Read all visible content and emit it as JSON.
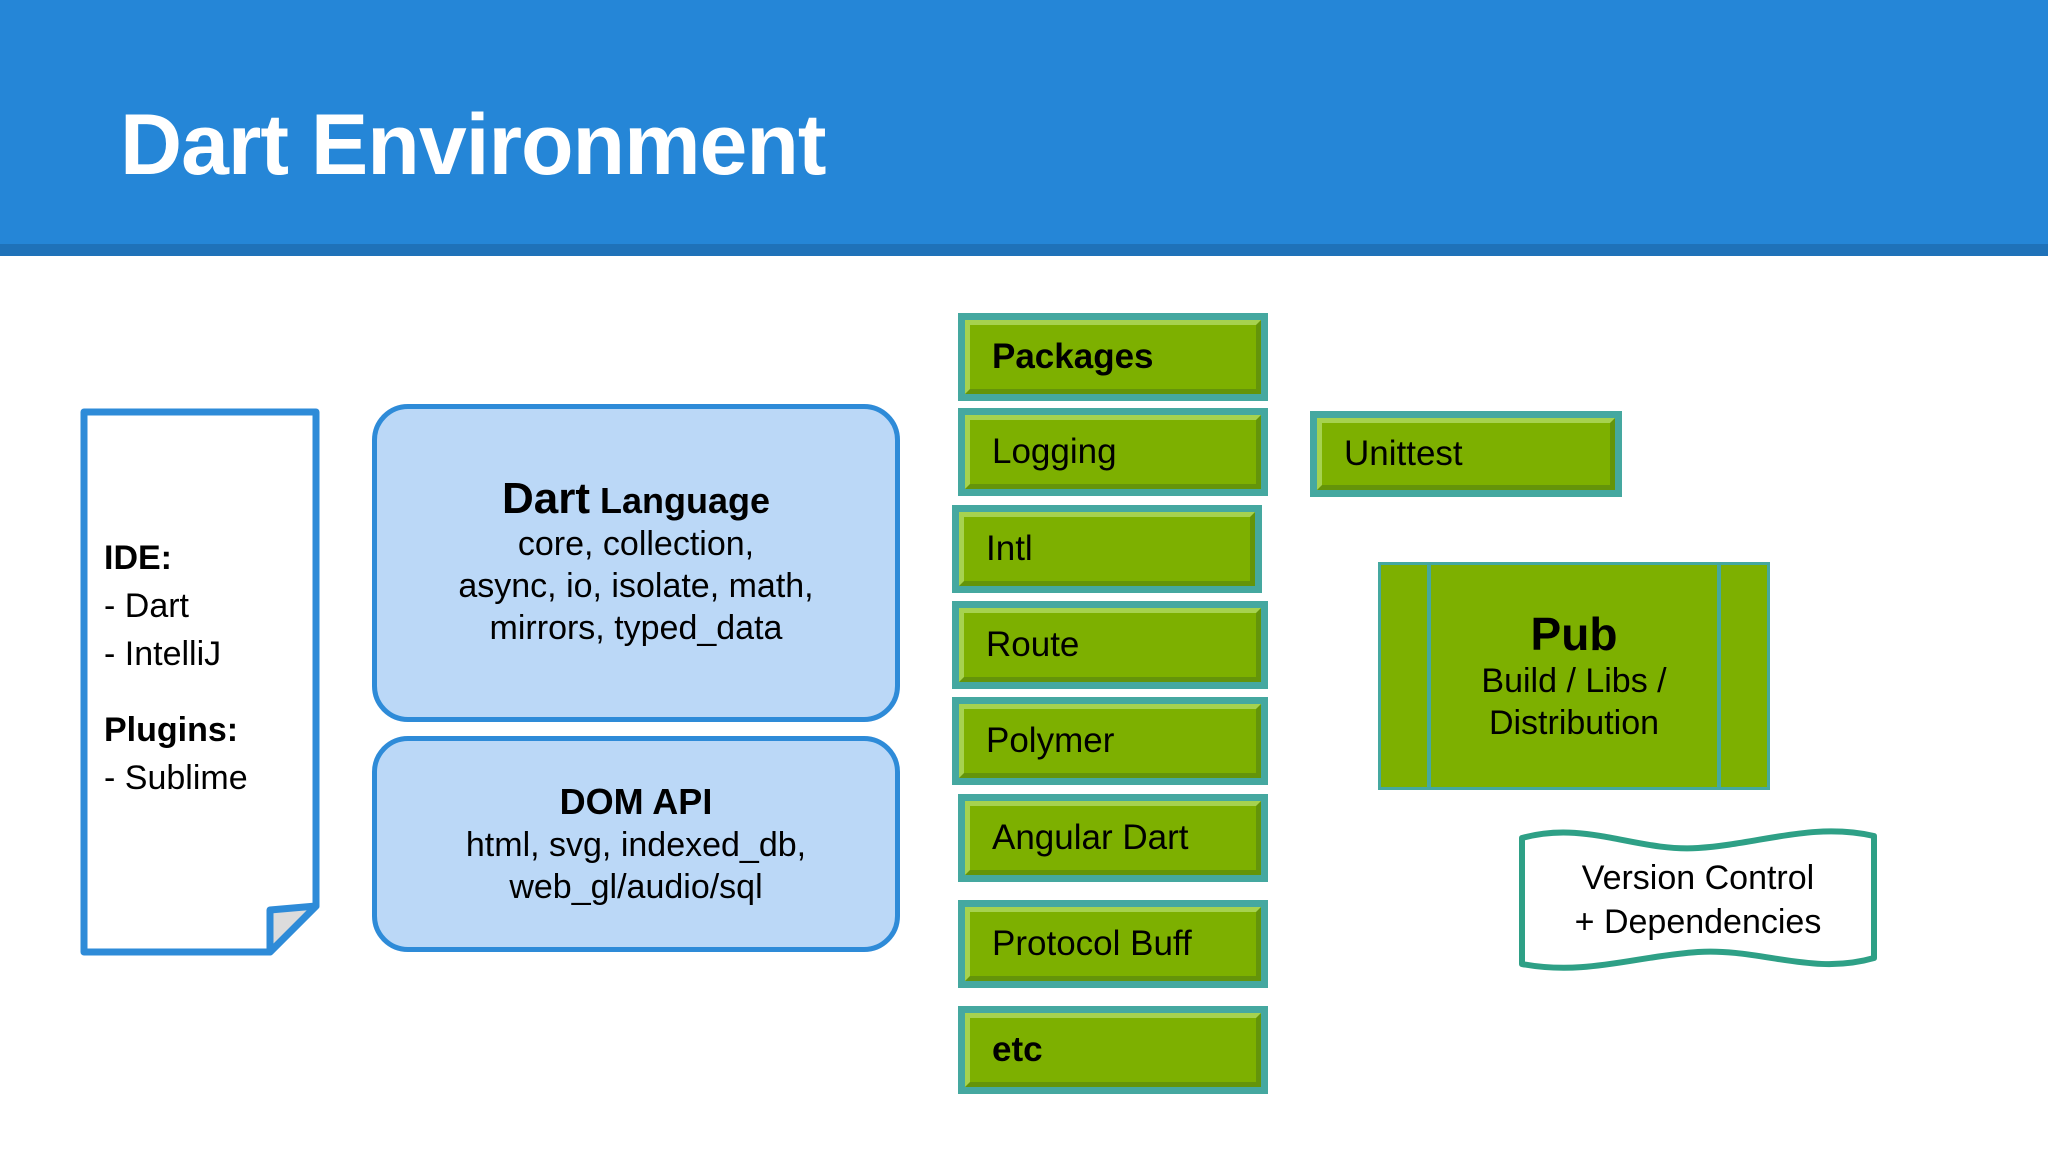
{
  "slide": {
    "title": "Dart Environment",
    "header_color": "#2586D7",
    "header_underline_color": "#1F72B9",
    "background": "#FFFFFF"
  },
  "ide_note": {
    "border_color": "#2E8BD8",
    "lines": [
      {
        "text": "IDE:",
        "bold": true
      },
      {
        "text": "- Dart",
        "bold": false
      },
      {
        "text": "- IntelliJ",
        "bold": false
      },
      {
        "text": "Plugins:",
        "bold": true
      },
      {
        "text": "- Sublime",
        "bold": false
      }
    ]
  },
  "blue_boxes": [
    {
      "id": "dart-language",
      "title_strong": "Dart",
      "title_light": "Language",
      "body": [
        "core, collection,",
        "async, io, isolate, math,",
        "mirrors, typed_data"
      ],
      "fill": "#BBD8F7",
      "border": "#2E8BD8"
    },
    {
      "id": "dom-api",
      "title_strong": "DOM API",
      "title_light": "",
      "body": [
        "html, svg, indexed_db,",
        "web_gl/audio/sql"
      ],
      "fill": "#BBD8F7",
      "border": "#2E8BD8"
    }
  ],
  "packages_column": {
    "fill": "#7DB000",
    "frame": "#45A8A0",
    "items": [
      {
        "label": "Packages",
        "bold": true
      },
      {
        "label": "Logging",
        "bold": false
      },
      {
        "label": "Intl",
        "bold": false
      },
      {
        "label": "Route",
        "bold": false
      },
      {
        "label": "Polymer",
        "bold": false
      },
      {
        "label": "Angular Dart",
        "bold": false
      },
      {
        "label": "Protocol Buff",
        "bold": false
      },
      {
        "label": "etc",
        "bold": true
      }
    ]
  },
  "unittest": {
    "label": "Unittest",
    "bold": false
  },
  "pub": {
    "title": "Pub",
    "subtitle_lines": [
      "Build / Libs /",
      "Distribution"
    ],
    "fill": "#7DB000",
    "accent": "#45A8A0"
  },
  "version_banner": {
    "lines": [
      "Version Control",
      "+ Dependencies"
    ],
    "border_color": "#2EA086",
    "fill": "#FFFFFF"
  }
}
